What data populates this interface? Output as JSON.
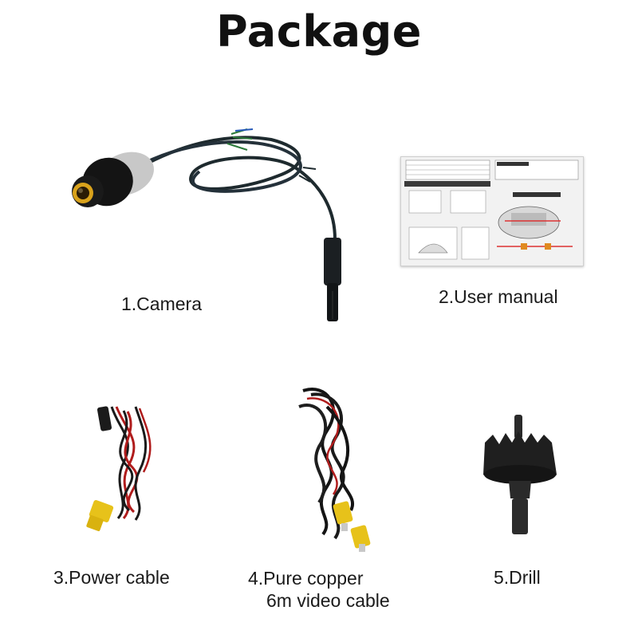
{
  "page": {
    "title": "Package"
  },
  "items": [
    {
      "label": "1.Camera"
    },
    {
      "label": "2.User manual"
    },
    {
      "label": "3.Power cable"
    },
    {
      "label_line1": "4.Pure copper",
      "label_line2": "6m video cable"
    },
    {
      "label": "5.Drill"
    }
  ],
  "icons": [
    "camera-icon",
    "user-manual-icon",
    "power-cable-icon",
    "video-cable-icon",
    "drill-icon"
  ]
}
